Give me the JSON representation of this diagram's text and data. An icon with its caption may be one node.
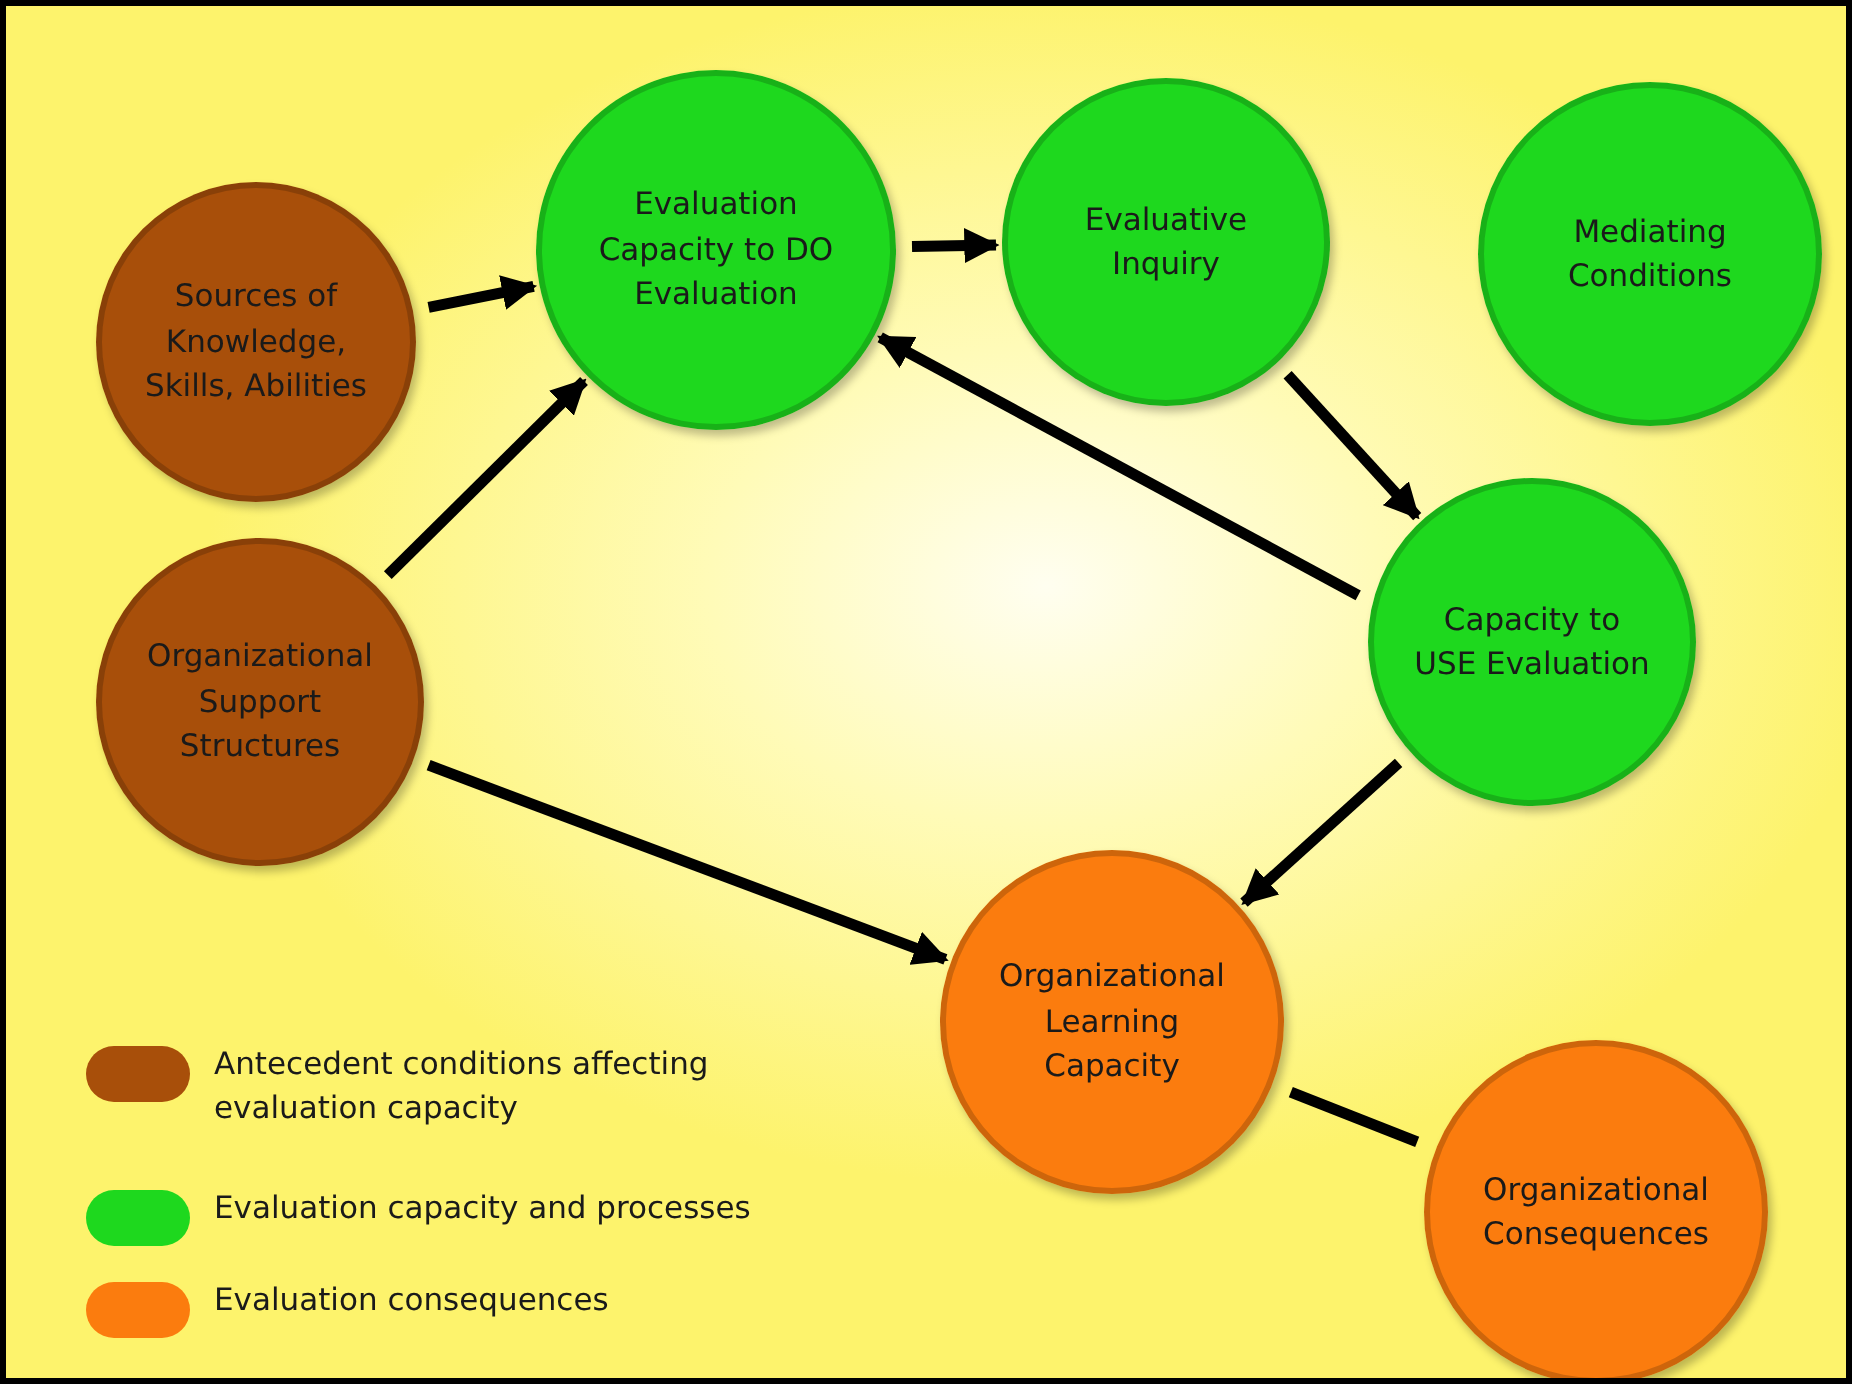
{
  "diagram": {
    "nodes": [
      {
        "text": [
          "Sources of Knowledge, Skills, Abilities"
        ]
      },
      {
        "text": [
          "Organizational Support Structures"
        ]
      },
      {
        "text": [
          "Evaluation Capacity to DO Evaluation"
        ]
      },
      {
        "text": [
          "Evaluative Inquiry"
        ]
      },
      {
        "text": [
          "Mediating Conditions"
        ]
      },
      {
        "text": [
          "Capacity to USE Evaluation"
        ]
      },
      {
        "text": [
          "Organizational Learning Capacity"
        ]
      },
      {
        "text": [
          "Organizational Consequences"
        ]
      }
    ],
    "edges": [
      {
        "from": 0,
        "to": 2,
        "arrow": "to"
      },
      {
        "from": 1,
        "to": 2,
        "arrow": "to"
      },
      {
        "from": 2,
        "to": 3,
        "arrow": "to"
      },
      {
        "from": 3,
        "to": 5,
        "arrow": "to"
      },
      {
        "from": 5,
        "to": 2,
        "arrow": "to"
      },
      {
        "from": 5,
        "to": 6,
        "arrow": "to"
      },
      {
        "from": 1,
        "to": 6,
        "arrow": "to"
      },
      {
        "from": 6,
        "to": 7,
        "arrow": "none"
      }
    ],
    "legend": [
      {
        "text": "Antecedent conditions affecting evaluation capacity",
        "color": "#a84f0a"
      },
      {
        "text": "Evaluation capacity and processes",
        "color": "#1ed81e"
      },
      {
        "text": "Evaluation consequences",
        "color": "#fb7c0e"
      }
    ]
  }
}
